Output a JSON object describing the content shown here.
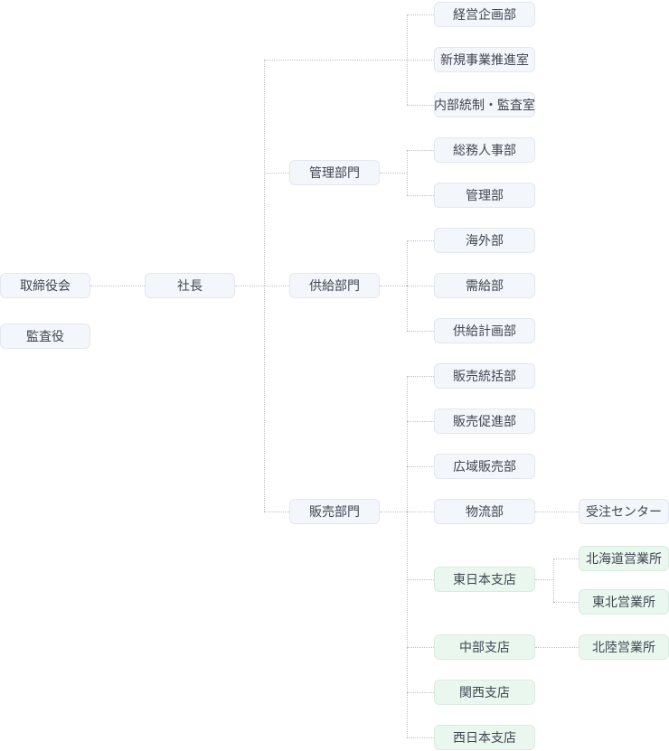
{
  "nodes": {
    "board": "取締役会",
    "auditor": "監査役",
    "president": "社長",
    "admin_div": "管理部門",
    "supply_div": "供給部門",
    "sales_div": "販売部門",
    "corp_planning": "経営企画部",
    "new_business": "新規事業推進室",
    "internal_control": "内部統制・監査室",
    "general_affairs_hr": "総務人事部",
    "admin_dept": "管理部",
    "overseas": "海外部",
    "supply_demand": "需給部",
    "supply_planning": "供給計画部",
    "sales_supervision": "販売統括部",
    "sales_promotion": "販売促進部",
    "wide_area_sales": "広域販売部",
    "logistics": "物流部",
    "order_center": "受注センター",
    "east_japan_branch": "東日本支店",
    "hokkaido_office": "北海道営業所",
    "tohoku_office": "東北営業所",
    "chubu_branch": "中部支店",
    "hokuriku_office": "北陸営業所",
    "kansai_branch": "関西支店",
    "west_japan_branch": "西日本支店"
  },
  "hierarchy": [
    {
      "parent": "取締役会",
      "children": [
        "社長"
      ]
    },
    {
      "parent": "社長",
      "children": [
        "経営企画部",
        "新規事業推進室",
        "内部統制・監査室",
        "管理部門",
        "供給部門",
        "販売部門"
      ]
    },
    {
      "parent": "管理部門",
      "children": [
        "総務人事部",
        "管理部"
      ]
    },
    {
      "parent": "供給部門",
      "children": [
        "海外部",
        "需給部",
        "供給計画部"
      ]
    },
    {
      "parent": "販売部門",
      "children": [
        "販売統括部",
        "販売促進部",
        "広域販売部",
        "物流部",
        "東日本支店",
        "中部支店",
        "関西支店",
        "西日本支店"
      ]
    },
    {
      "parent": "物流部",
      "children": [
        "受注センター"
      ]
    },
    {
      "parent": "東日本支店",
      "children": [
        "北海道営業所",
        "東北営業所"
      ]
    },
    {
      "parent": "中部支店",
      "children": [
        "北陸営業所"
      ]
    }
  ],
  "standalone_nodes": [
    "監査役"
  ],
  "colors": {
    "department_box_bg": "#f3f6fa",
    "department_box_border": "#e2e8f0",
    "branch_box_bg": "#e9f7ee",
    "branch_box_border": "#d8ecdf",
    "connector_line": "#bcc2cc",
    "text": "#404652",
    "background": "#ffffff"
  }
}
